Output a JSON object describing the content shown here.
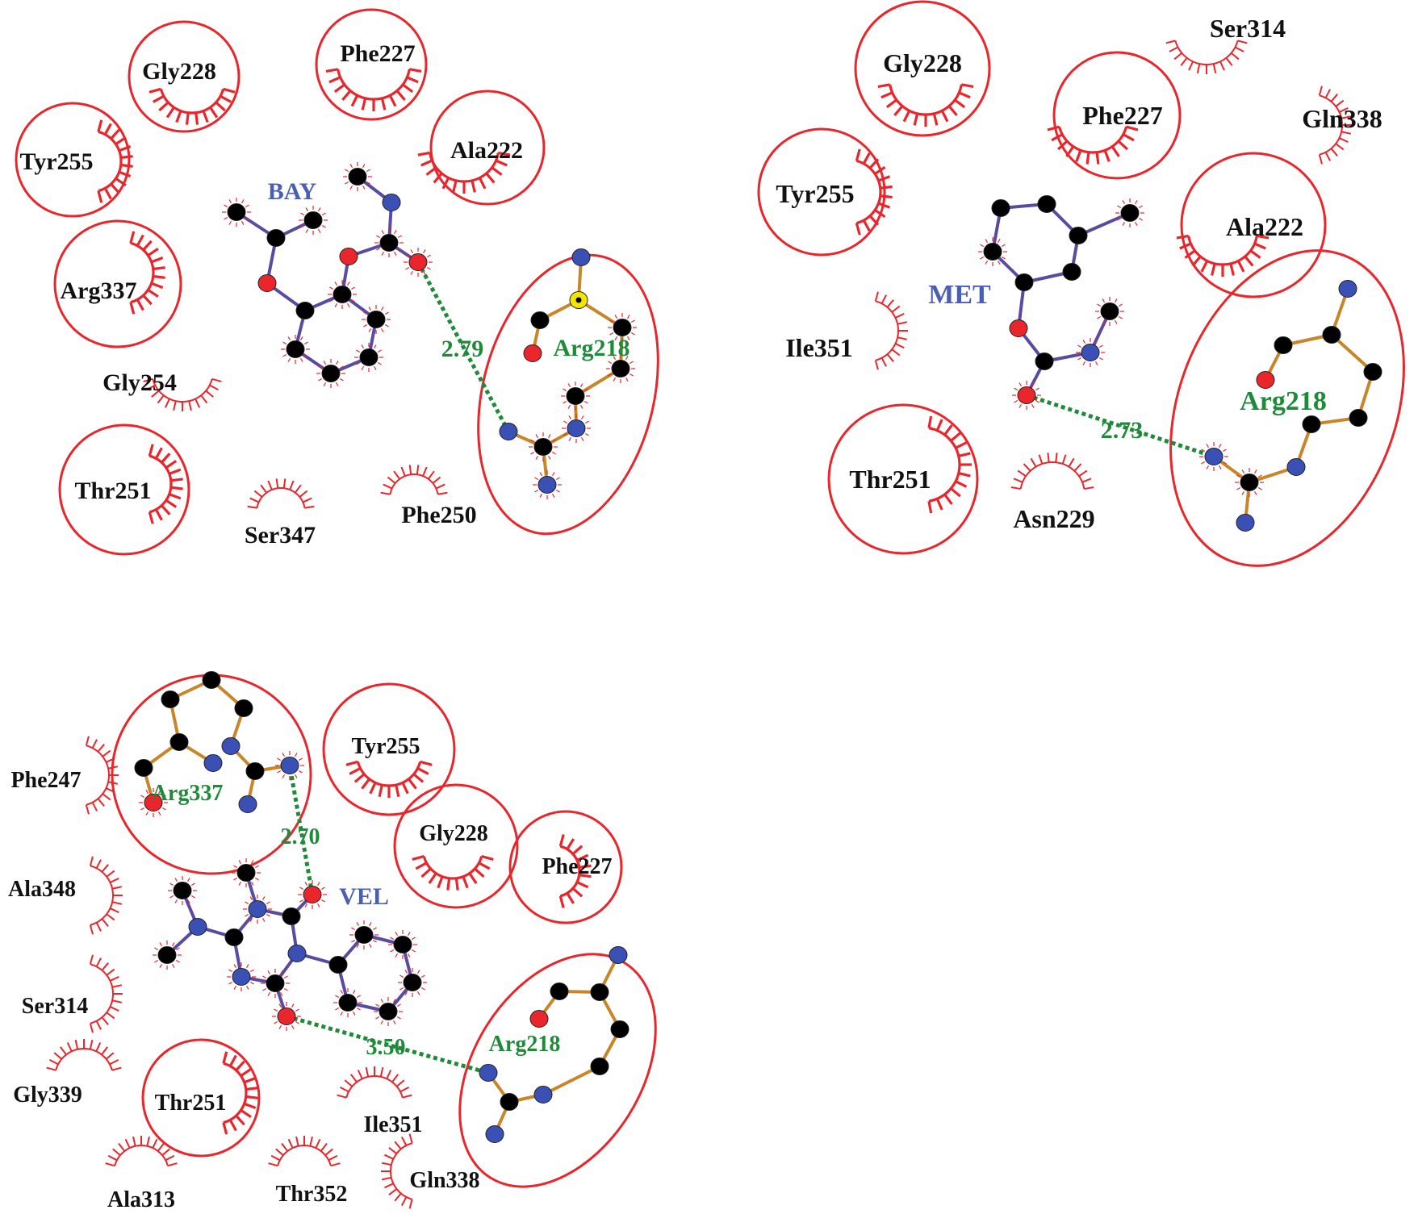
{
  "colors": {
    "circle": "#e8262b",
    "hydrophobic": "#e8262b",
    "residue_label": "#111111",
    "ligand_label": "#4a5fb4",
    "ligand_bond": "#5a4ba0",
    "residue_bond": "#c98628",
    "hbond": "#1f8a3a",
    "hbond_label": "#1f8a3a",
    "atom_C": "#000000",
    "atom_N": "#3a50b5",
    "atom_O": "#e8262b",
    "atom_S": "#f2e600"
  },
  "panels": [
    {
      "ligand": "BAY",
      "contacts": [
        "Gly228",
        "Phe227",
        "Tyr255",
        "Ala222",
        "Arg337",
        "Gly254",
        "Thr251",
        "Ser347",
        "Phe250"
      ],
      "hbond_partner": "Arg218",
      "hbond_distance": "2.79"
    },
    {
      "ligand": "MET",
      "contacts": [
        "Gly228",
        "Ser314",
        "Phe227",
        "Gln338",
        "Tyr255",
        "Ala222",
        "Ile351",
        "Thr251",
        "Asn229"
      ],
      "hbond_partner": "Arg218",
      "hbond_distance": "2.73"
    },
    {
      "ligand": "VEL",
      "contacts": [
        "Tyr255",
        "Phe247",
        "Gly228",
        "Phe227",
        "Ala348",
        "Ser314",
        "Gly339",
        "Thr251",
        "Ile351",
        "Ala313",
        "Thr352",
        "Gln338"
      ],
      "hbond_partners": [
        "Arg337",
        "Arg218"
      ],
      "hbond_distances": [
        "2.70",
        "3.50"
      ]
    }
  ]
}
